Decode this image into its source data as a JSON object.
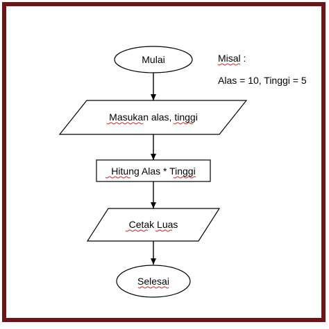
{
  "colors": {
    "border": "#6e1416",
    "shape_stroke": "#000000",
    "shape_fill": "#ffffff",
    "text": "#000000",
    "spellcheck_underline": "#d22020"
  },
  "flowchart": {
    "nodes": [
      {
        "id": "start",
        "shape": "terminator",
        "label": "Mulai"
      },
      {
        "id": "input",
        "shape": "parallelogram",
        "label": "Masukan alas, tinggi"
      },
      {
        "id": "process",
        "shape": "rectangle",
        "label": "Hitung Alas * Tinggi"
      },
      {
        "id": "output",
        "shape": "parallelogram",
        "label": "Cetak Luas"
      },
      {
        "id": "end",
        "shape": "terminator",
        "label": "Selesai"
      }
    ],
    "edges": [
      {
        "from": "start",
        "to": "input"
      },
      {
        "from": "input",
        "to": "process"
      },
      {
        "from": "process",
        "to": "output"
      },
      {
        "from": "output",
        "to": "end"
      }
    ]
  },
  "note": {
    "title": "Misal :",
    "body": "Alas = 10, Tinggi = 5"
  }
}
